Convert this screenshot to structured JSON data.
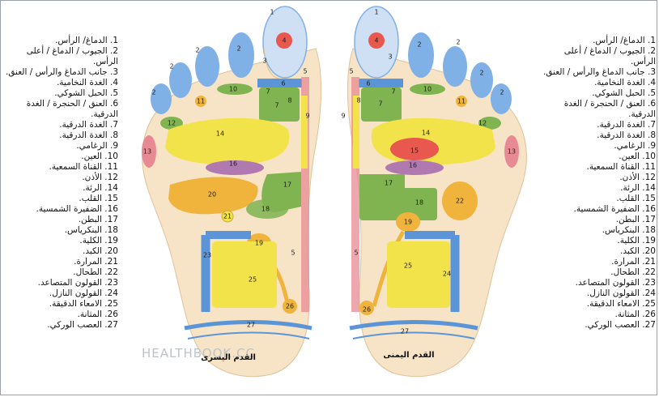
{
  "watermark": "HEALTHBOOK.CC",
  "left_foot_title": "القدم اليسرى",
  "right_foot_title": "القدم اليمنى",
  "legend_left": [
    "1. الدماغ/ الرأس.",
    "2. الجيوب / الدماغ / أعلى الرأس.",
    "3. جانب الدماغ والرأس / العنق.",
    "4. الغدة النخامية.",
    "5. الحبل الشوكي.",
    "6. العنق / الحنجرة / الغدة الدرقية.",
    "7. الغدة الدرقية.",
    "8. الغدة الدرقية.",
    "9. الرغامي.",
    "10. العين.",
    "11. القناة السمعية.",
    "12. الأذن.",
    "14. الرئة.",
    "15. القلب.",
    "16. الضفيرة الشمسية.",
    "17. البطن.",
    "18. البنكرياس.",
    "19. الكلية.",
    "20. الكبد.",
    "21. المرارة.",
    "22. الطحال.",
    "23. القولون المتصاعد.",
    "24. القولون النازل.",
    "25. الامعاء الدقيقة.",
    "26. المثانة.",
    "27. العصب الوركي."
  ],
  "legend_right": [
    "1. الدماغ/ الرأس.",
    "2. الجيوب / الدماغ / أعلى الرأس.",
    "3. جانب الدماغ والرأس / العنق.",
    "4. الغدة النخامية.",
    "5. الحبل الشوكي.",
    "6. العنق / الحنجرة / الغدة الدرقية.",
    "7. الغدة الدرقية.",
    "8. الغدة الدرقية.",
    "9. الرغامي.",
    "10. العين.",
    "11. القناة السمعية.",
    "12. الأذن.",
    "14. الرئة.",
    "15. القلب.",
    "16. الضفيرة الشمسية.",
    "17. البطن.",
    "18. البنكرياس.",
    "19. الكلية.",
    "20. الكبد.",
    "21. المرارة.",
    "22. الطحال.",
    "23. القولون المتصاعد.",
    "24. القولون النازل.",
    "25. الامعاء الدقيقة.",
    "26. المثانة.",
    "27. العصب الوركي."
  ],
  "zone_labels": {
    "n1": "1",
    "n2": "2",
    "n3": "3",
    "n4": "4",
    "n5": "5",
    "n6": "6",
    "n7": "7",
    "n8": "8",
    "n9": "9",
    "n10": "10",
    "n11": "11",
    "n12": "12",
    "n13": "13",
    "n14": "14",
    "n15": "15",
    "n16": "16",
    "n17": "17",
    "n18": "18",
    "n19": "19",
    "n20": "20",
    "n21": "21",
    "n22": "22",
    "n23": "23",
    "n24": "24",
    "n25": "25",
    "n26": "26",
    "n27": "27"
  },
  "colors": {
    "skin": "#f7e3c6",
    "toe_blue": "#7fb0e6",
    "brain_red": "#e8584e",
    "lung_yellow": "#f2e34a",
    "colon_blue": "#5b95d8",
    "green": "#7fb450",
    "orange": "#f0b33c",
    "pink": "#e88a93",
    "purple": "#b07ab0"
  }
}
